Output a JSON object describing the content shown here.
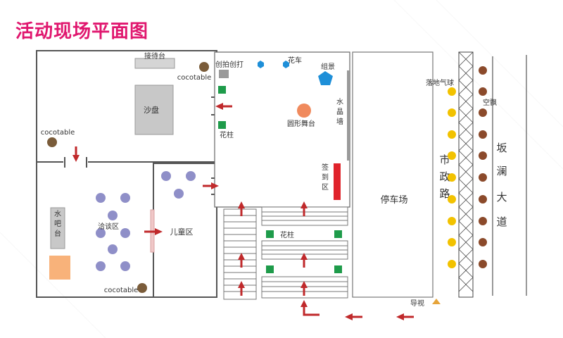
{
  "title": "活动现场平面图",
  "labels": {
    "reception": "接待台",
    "cocotable_top": "cocotable",
    "cocotable_left": "cocotable",
    "cocotable_bottom": "cocotable",
    "sandtable": "沙盘",
    "photo": "创拍创打",
    "flower_car": "花车",
    "display": "组景",
    "water_sign": "水\n晶\n墙",
    "round_stage": "圆形舞台",
    "flower_pillar": "花柱",
    "flower_pillar_2": "花柱",
    "signin": "签\n到\n区",
    "water_bar": "水\n吧\n台",
    "nego": "洽谈区",
    "kids": "儿童区",
    "parking": "停车场",
    "city_road": "市\n政\n路",
    "balloon": "落地气球",
    "arch": "空飘",
    "avenue": "坂\n澜\n大\n道",
    "guide": "导视"
  },
  "colors": {
    "brand": "#e0166e",
    "arrow": "#c0292b",
    "wall": "#555555",
    "table": "#8f8fc8",
    "cocotable": "#7a5c3a",
    "sand": "#c8c8c8",
    "green": "#1e9b4a",
    "blue": "#1e8fd8",
    "stage": "#f08a5d",
    "balloon": "#f2c200",
    "arch": "#8b4a2b",
    "orange_box": "#f8b27a",
    "signin": "#e0232b"
  }
}
